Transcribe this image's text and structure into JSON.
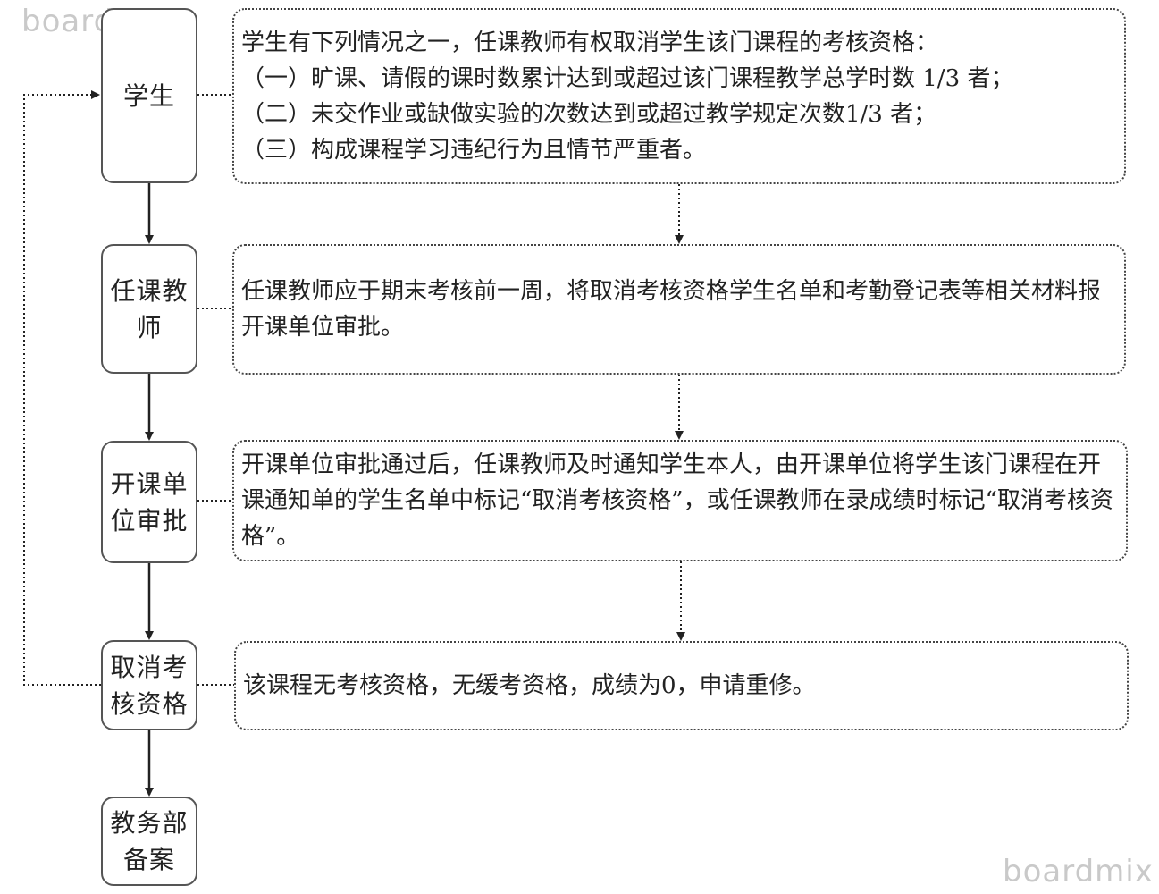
{
  "watermarks": {
    "top_left": "boardmix",
    "bottom_right": "boardmix"
  },
  "steps": [
    {
      "label": "学生"
    },
    {
      "label": "任课教师"
    },
    {
      "label": "开课单位审批"
    },
    {
      "label": "取消考核资格"
    },
    {
      "label": "教务部备案"
    }
  ],
  "notes": {
    "student": {
      "heading": "学生有下列情况之一，任课教师有权取消学生该门课程的考核资格：",
      "items": [
        "（一）旷课、请假的课时数累计达到或超过该门课程教学总学时数 1/3 者；",
        "（二）未交作业或缺做实验的次数达到或超过教学规定次数1/3 者；",
        "（三）构成课程学习违纪行为且情节严重者。"
      ]
    },
    "teacher": "任课教师应于期末考核前一周，将取消考核资格学生名单和考勤登记表等相关材料报开课单位审批。",
    "department": "开课单位审批通过后，任课教师及时通知学生本人，由开课单位将学生该门课程在开课通知单的学生名单中标记“取消考核资格”，或任课教师在录成绩时标记“取消考核资格”。",
    "cancel": "该课程无考核资格，无缓考资格，成绩为0，申请重修。"
  },
  "colors": {
    "box_border": "#555555",
    "connector": "#222222",
    "text": "#222222",
    "watermark": "#c9c9c9"
  }
}
